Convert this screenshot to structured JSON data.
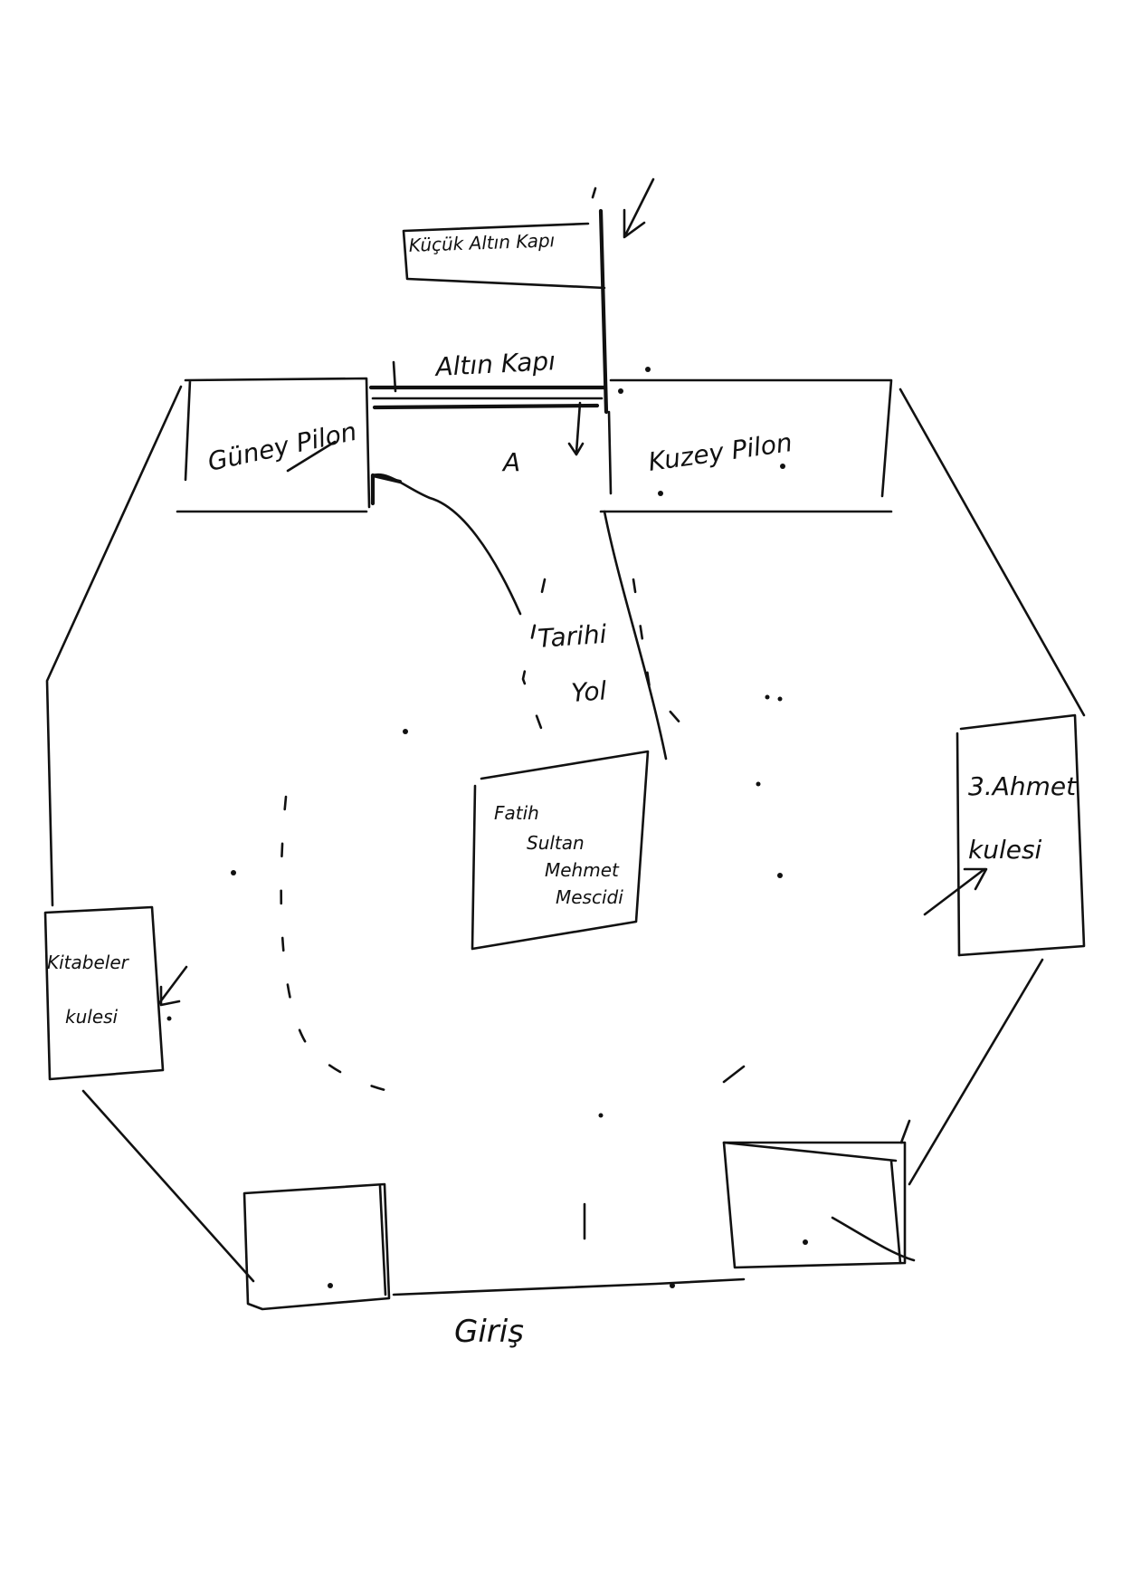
{
  "labels": {
    "kucuk_altin_kapi": "Küçük Altın Kapı",
    "altin_kapi": "Altın Kapı",
    "guney_pilon": "Güney Pilon",
    "kuzey_pilon": "Kuzey Pilon",
    "tarihi": "Tarihi",
    "yol": "Yol",
    "marker_a": "A",
    "fatih_1": "Fatih",
    "fatih_2": "Sultan",
    "fatih_3": "Mehmet",
    "fatih_4": "Mescidi",
    "ahmet_1": "3.Ahmet",
    "ahmet_2": "kulesi",
    "kitabeler_1": "Kitabeler",
    "kitabeler_2": "kulesi",
    "giris": "Giriş"
  },
  "colors": {
    "ink": "#111111",
    "paper": "#ffffff"
  }
}
